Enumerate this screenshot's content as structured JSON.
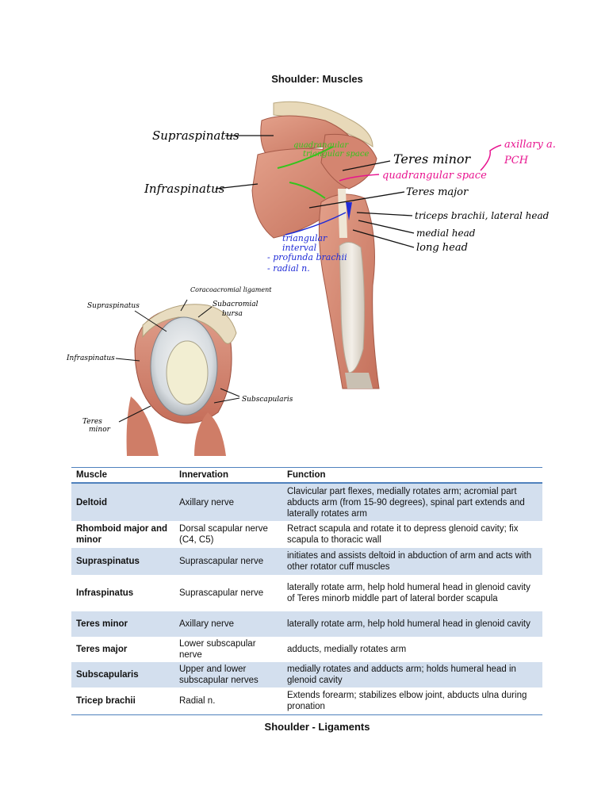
{
  "page": {
    "title": "Shoulder: Muscles",
    "next_section": "Shoulder - Ligaments"
  },
  "posterior_view": {
    "labels": {
      "supraspinatus": "Supraspinatus",
      "infraspinatus": "Infraspinatus",
      "teres_minor": "Teres minor",
      "teres_major": "Teres major",
      "triceps_lateral": "triceps brachii, lateral head",
      "medial_head": "medial head",
      "long_head": "long head",
      "quadrangular_space": "quadrangular space",
      "axillary": "axillary a.",
      "pch": "PCH",
      "triangular_interval": "triangular",
      "interval_word": "interval",
      "profunda": "- profunda brachii",
      "radial": "- radial n.",
      "green_note_1": "quadrangular",
      "green_note_2": "triangular space"
    },
    "colors": {
      "annotation_blue": "#1f2bd6",
      "annotation_magenta": "#e8138f",
      "annotation_green": "#35c41d",
      "muscle": "#d88b74",
      "tendon": "#e9e4dc"
    }
  },
  "joint_view": {
    "labels": {
      "coracoacromial": "Coracoacromial ligament",
      "supraspinatus": "Supraspinatus",
      "subacromial_1": "Subacromial",
      "subacromial_2": "bursa",
      "infraspinatus": "Infraspinatus",
      "subscapularis": "Subscapularis",
      "teres_1": "Teres",
      "teres_2": "minor"
    }
  },
  "table": {
    "headers": [
      "Muscle",
      "Innervation",
      "Function"
    ],
    "rows": [
      {
        "muscle": "Deltoid",
        "innervation": "Axillary nerve",
        "function": "Clavicular part flexes, medially rotates arm; acromial part abducts arm (from 15-90 degrees), spinal part extends and laterally rotates arm"
      },
      {
        "muscle": "Rhomboid major and minor",
        "innervation": "Dorsal scapular nerve (C4, C5)",
        "function": "Retract scapula and rotate it to depress glenoid cavity; fix scapula to thoracic wall"
      },
      {
        "muscle": "Supraspinatus",
        "innervation": "Suprascapular nerve",
        "function": "initiates and assists deltoid in abduction of arm and acts with other rotator cuff muscles"
      },
      {
        "muscle": "Infraspinatus",
        "innervation": "Suprascapular nerve",
        "function": "laterally rotate arm, help hold humeral head in glenoid cavity of Teres minorb middle part of lateral border scapula"
      },
      {
        "muscle": "Teres minor",
        "innervation": "Axillary nerve",
        "function": "laterally rotate arm, help hold humeral head in glenoid cavity"
      },
      {
        "muscle": "Teres major",
        "innervation": "Lower subscapular nerve",
        "function": "adducts, medially rotates arm"
      },
      {
        "muscle": "Subscapularis",
        "innervation": "Upper and lower subscapular nerves",
        "function": "medially rotates and adducts arm; holds humeral head in glenoid cavity"
      },
      {
        "muscle": "Tricep brachii",
        "innervation": "Radial n.",
        "function": "Extends forearm; stabilizes elbow joint, abducts ulna during pronation"
      }
    ]
  }
}
